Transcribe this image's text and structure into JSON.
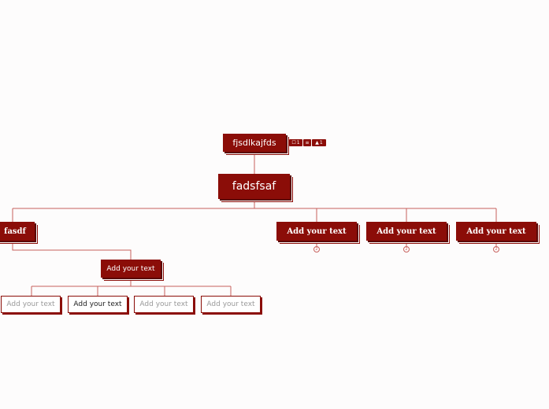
{
  "top_topic": {
    "label": "fjsdlkajfds",
    "badges": {
      "comments": "1",
      "likes": "1"
    }
  },
  "central_topic": {
    "label": "fadsfsaf"
  },
  "left_branch": {
    "label": "fasdf",
    "subtopic": {
      "label": "Add your text"
    },
    "children": [
      "Add your text",
      "Add your text",
      "Add your text",
      "Add your text"
    ]
  },
  "right_branches": [
    {
      "label": "Add your text",
      "collapsed_count": "2"
    },
    {
      "label": "Add your text",
      "collapsed_count": "2"
    },
    {
      "label": "Add your text",
      "collapsed_count": "2"
    }
  ],
  "colors": {
    "accent": "#8b0d08",
    "line": "#c7605c",
    "background": "#fdfcfc"
  }
}
